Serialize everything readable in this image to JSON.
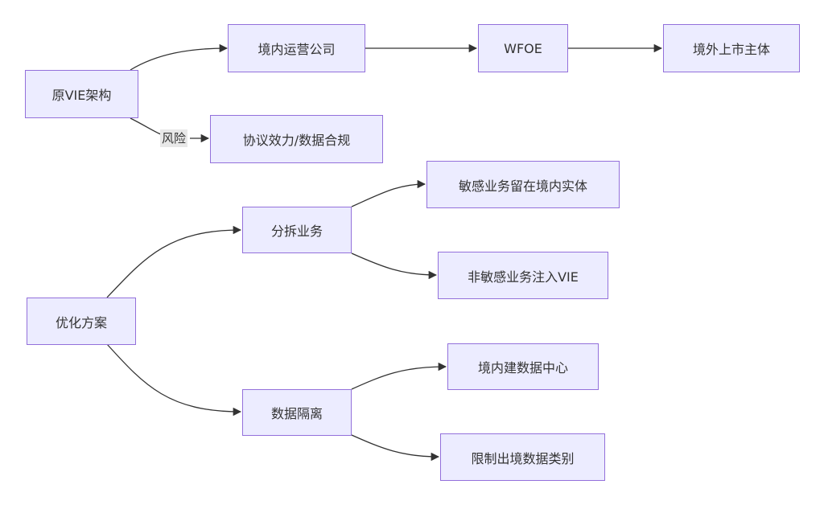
{
  "nodes": {
    "orig_vie": "原VIE架构",
    "domestic_op": "境内运营公司",
    "wfoe": "WFOE",
    "overseas_listed": "境外上市主体",
    "agreement_validity": "协议效力/数据合规",
    "optimization": "优化方案",
    "split_business": "分拆业务",
    "data_isolation": "数据隔离",
    "sensitive_domestic": "敏感业务留在境内实体",
    "nonsensitive_vie": "非敏感业务注入VIE",
    "domestic_datacenter": "境内建数据中心",
    "restrict_export": "限制出境数据类别"
  },
  "edge_labels": {
    "risk": "风险"
  }
}
